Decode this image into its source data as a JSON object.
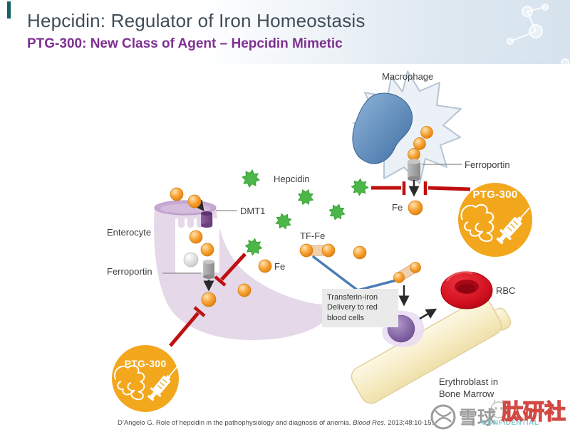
{
  "header": {
    "title": "Hepcidin: Regulator of Iron Homeostasis",
    "subtitle": "PTG-300: New Class of Agent – Hepcidin Mimetic",
    "title_color": "#3f4d57",
    "subtitle_color": "#7e3090",
    "accent_color": "#156067"
  },
  "diagram": {
    "labels": {
      "macrophage": "Macrophage",
      "ferroportin_macrophage": "Ferroportin",
      "fe_macrophage": "Fe",
      "hepcidin": "Hepcidin",
      "dmt1": "DMT1",
      "enterocyte": "Enterocyte",
      "ferroportin_enterocyte": "Ferroportin",
      "fe_enterocyte": "Fe",
      "tf_fe": "TF-Fe",
      "transferrin_note": "Transferin-iron\nDelivery to red\nblood cells",
      "rbc": "RBC",
      "erythroblast": "Erythroblast in\nBone Marrow",
      "ptg300": "PTG-300"
    },
    "colors": {
      "hepcidin_green": "#4cb648",
      "iron_orange": "#f59f2b",
      "inhibit_red": "#bf0f0f",
      "ptg_orange": "#f2a71d",
      "transferrin_blue": "#4a7eb5",
      "enterocyte_lavender": "#e4d8e9",
      "marrow_cream": "#f6ecc4",
      "rbc_red": "#cf0f1e"
    }
  },
  "footer": {
    "citation_prefix": "D’Angelo G. Role of hepcidin in the pathophysiology and diagnosis of anemia. ",
    "citation_journal": "Blood Res.",
    "citation_suffix": " 2013;48:10-15.",
    "watermark_xueqiu": "雪球",
    "watermark_peptide": "肽研社",
    "watermark_confidential": "CONFIDENTIAL"
  }
}
